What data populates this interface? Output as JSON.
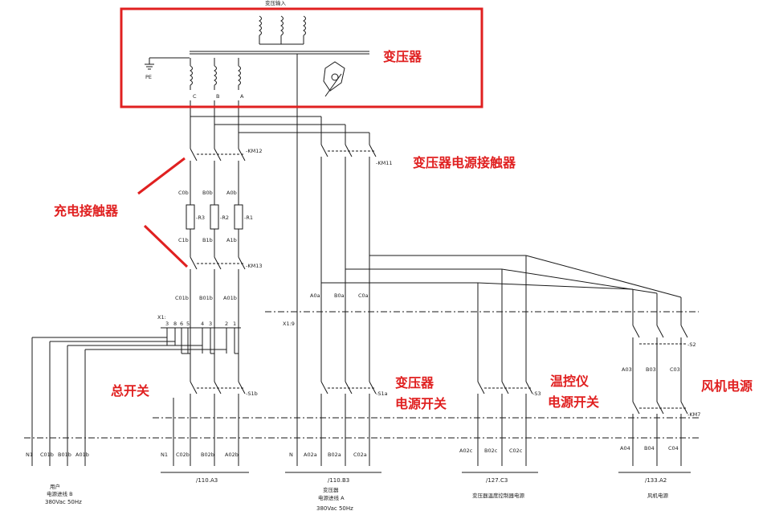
{
  "annotations": {
    "transformer": "变压器",
    "transformer_contactor": "变压器电源接触器",
    "charge_contactor": "充电接触器",
    "main_switch": "总开关",
    "transformer_switch_l1": "变压器",
    "transformer_switch_l2": "电源开关",
    "temp_ctrl_l1": "温控仪",
    "temp_ctrl_l2": "电源开关",
    "fan_power": "风机电源"
  },
  "colors": {
    "annotation": "#e02020",
    "line": "#1a1a1a"
  },
  "tags": {
    "top_title": "变压输入",
    "pe": "PE",
    "km12": "-KM12",
    "km11": "-KM11",
    "km13": "-KM13",
    "r3": "-R3",
    "r2": "-R2",
    "r1": "-R1",
    "s1b": "-S1b",
    "s1a": "-S1a",
    "s3": "-S3",
    "s2": "-S2",
    "km7": "-KM7",
    "x1": "X1:",
    "x19": "X1:9"
  },
  "phase_labels": [
    "C",
    "B",
    "A"
  ],
  "wires": {
    "c0b": "C0b",
    "b0b": "B0b",
    "a0b": "A0b",
    "c1b": "C1b",
    "b1b": "B1b",
    "a1b": "A1b",
    "c01b": "C01b",
    "b01b": "B01b",
    "a01b": "A01b",
    "a0a": "A0a",
    "b0a": "B0a",
    "c0a": "C0a",
    "a03": "A03",
    "b03": "B03",
    "c03": "C03",
    "a04": "A04",
    "b04": "B04",
    "c04": "C04"
  },
  "terminals": [
    "3",
    "8",
    "6",
    "5",
    "4",
    "3",
    "2",
    "1"
  ],
  "outputs": {
    "group1": {
      "terms": [
        "N1",
        "C01b",
        "B01b",
        "A01b"
      ],
      "line1": "用户",
      "line2": "电源进线 B",
      "line3": "380Vac 50Hz"
    },
    "group2": {
      "terms": [
        "N1",
        "C02b",
        "B02b",
        "A02b"
      ],
      "ref": "/110.A3"
    },
    "group3": {
      "terms": [
        "N",
        "A02a",
        "B02a",
        "C02a"
      ],
      "ref": "/110.B3",
      "line1": "变压器",
      "line2": "电源进线 A",
      "line3": "380Vac 50Hz"
    },
    "group4": {
      "terms": [
        "A02c",
        "B02c",
        "C02c"
      ],
      "ref": "/127.C3",
      "line1": "变压器温度控制器电源"
    },
    "group5": {
      "terms": [
        "A04",
        "B04",
        "C04"
      ],
      "ref": "/133.A2",
      "line1": "风机电源"
    }
  }
}
